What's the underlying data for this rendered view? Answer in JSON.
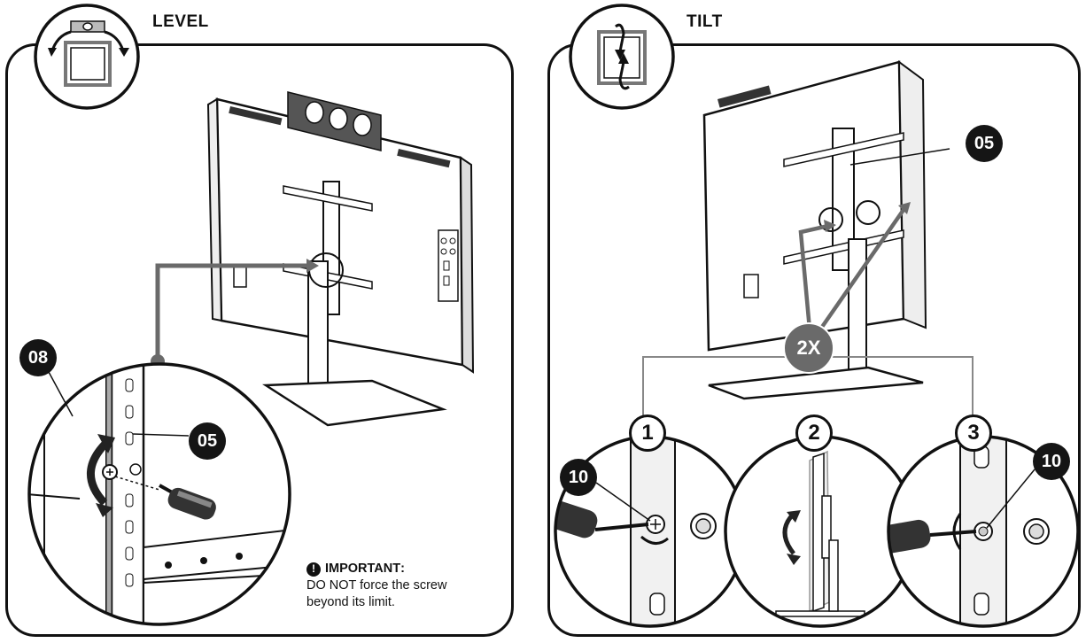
{
  "level_section": {
    "title": "LEVEL",
    "part_top_left": "08",
    "part_right": "05",
    "note": {
      "heading": "IMPORTANT",
      "colon": ":",
      "body_line1": "DO NOT force the screw",
      "body_line2": "beyond its limit."
    }
  },
  "tilt_section": {
    "title": "TILT",
    "part_top": "05",
    "count": "2X",
    "steps": [
      "1",
      "2",
      "3"
    ],
    "part_step1": "10",
    "part_step3": "10"
  },
  "icons": {
    "level": "level-rotate-icon",
    "tilt": "tilt-icon",
    "warning": "exclamation-icon"
  },
  "colors": {
    "ink": "#111111",
    "grey": "#6a6a6a",
    "light_grey": "#d9d9d9"
  }
}
